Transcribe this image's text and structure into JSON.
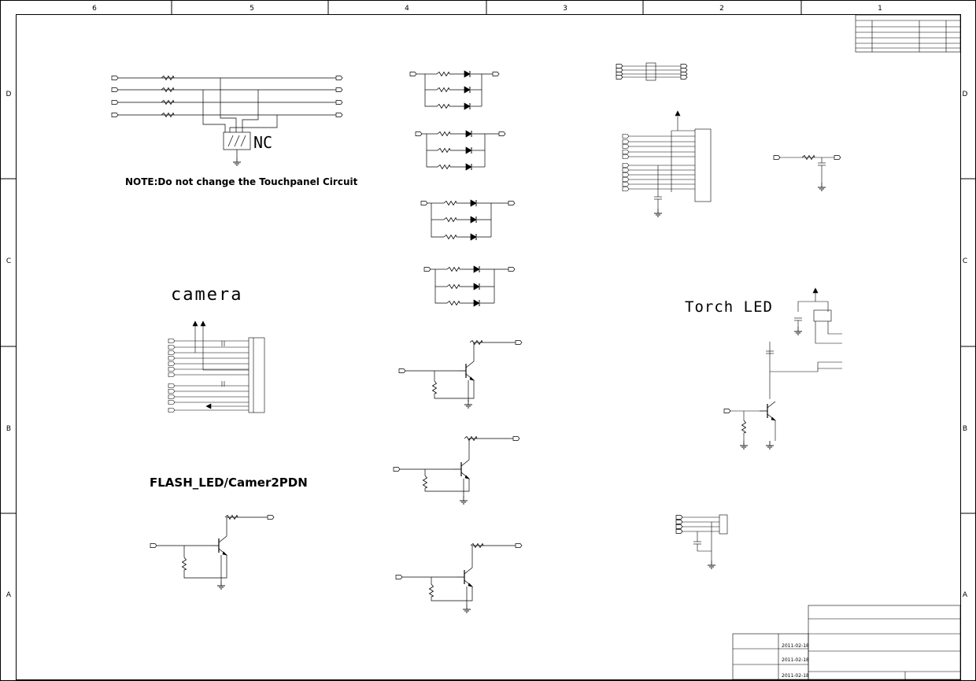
{
  "border": {
    "columns": [
      "6",
      "5",
      "4",
      "3",
      "2",
      "1"
    ],
    "rows": [
      "D",
      "C",
      "B",
      "A"
    ]
  },
  "sections": {
    "touch_note": "NOTE:Do not change the Touchpanel Circuit",
    "touch_nc": "NC",
    "camera_title": "camera",
    "flash_title": "FLASH_LED/Camer2PDN",
    "torch_title": "Torch LED"
  },
  "title_block": {
    "date_1": "2011-02-18",
    "date_2": "2011-02-18",
    "date_3": "2011-02-18"
  },
  "colors": {
    "line": "#000000",
    "background": "#ffffff"
  }
}
